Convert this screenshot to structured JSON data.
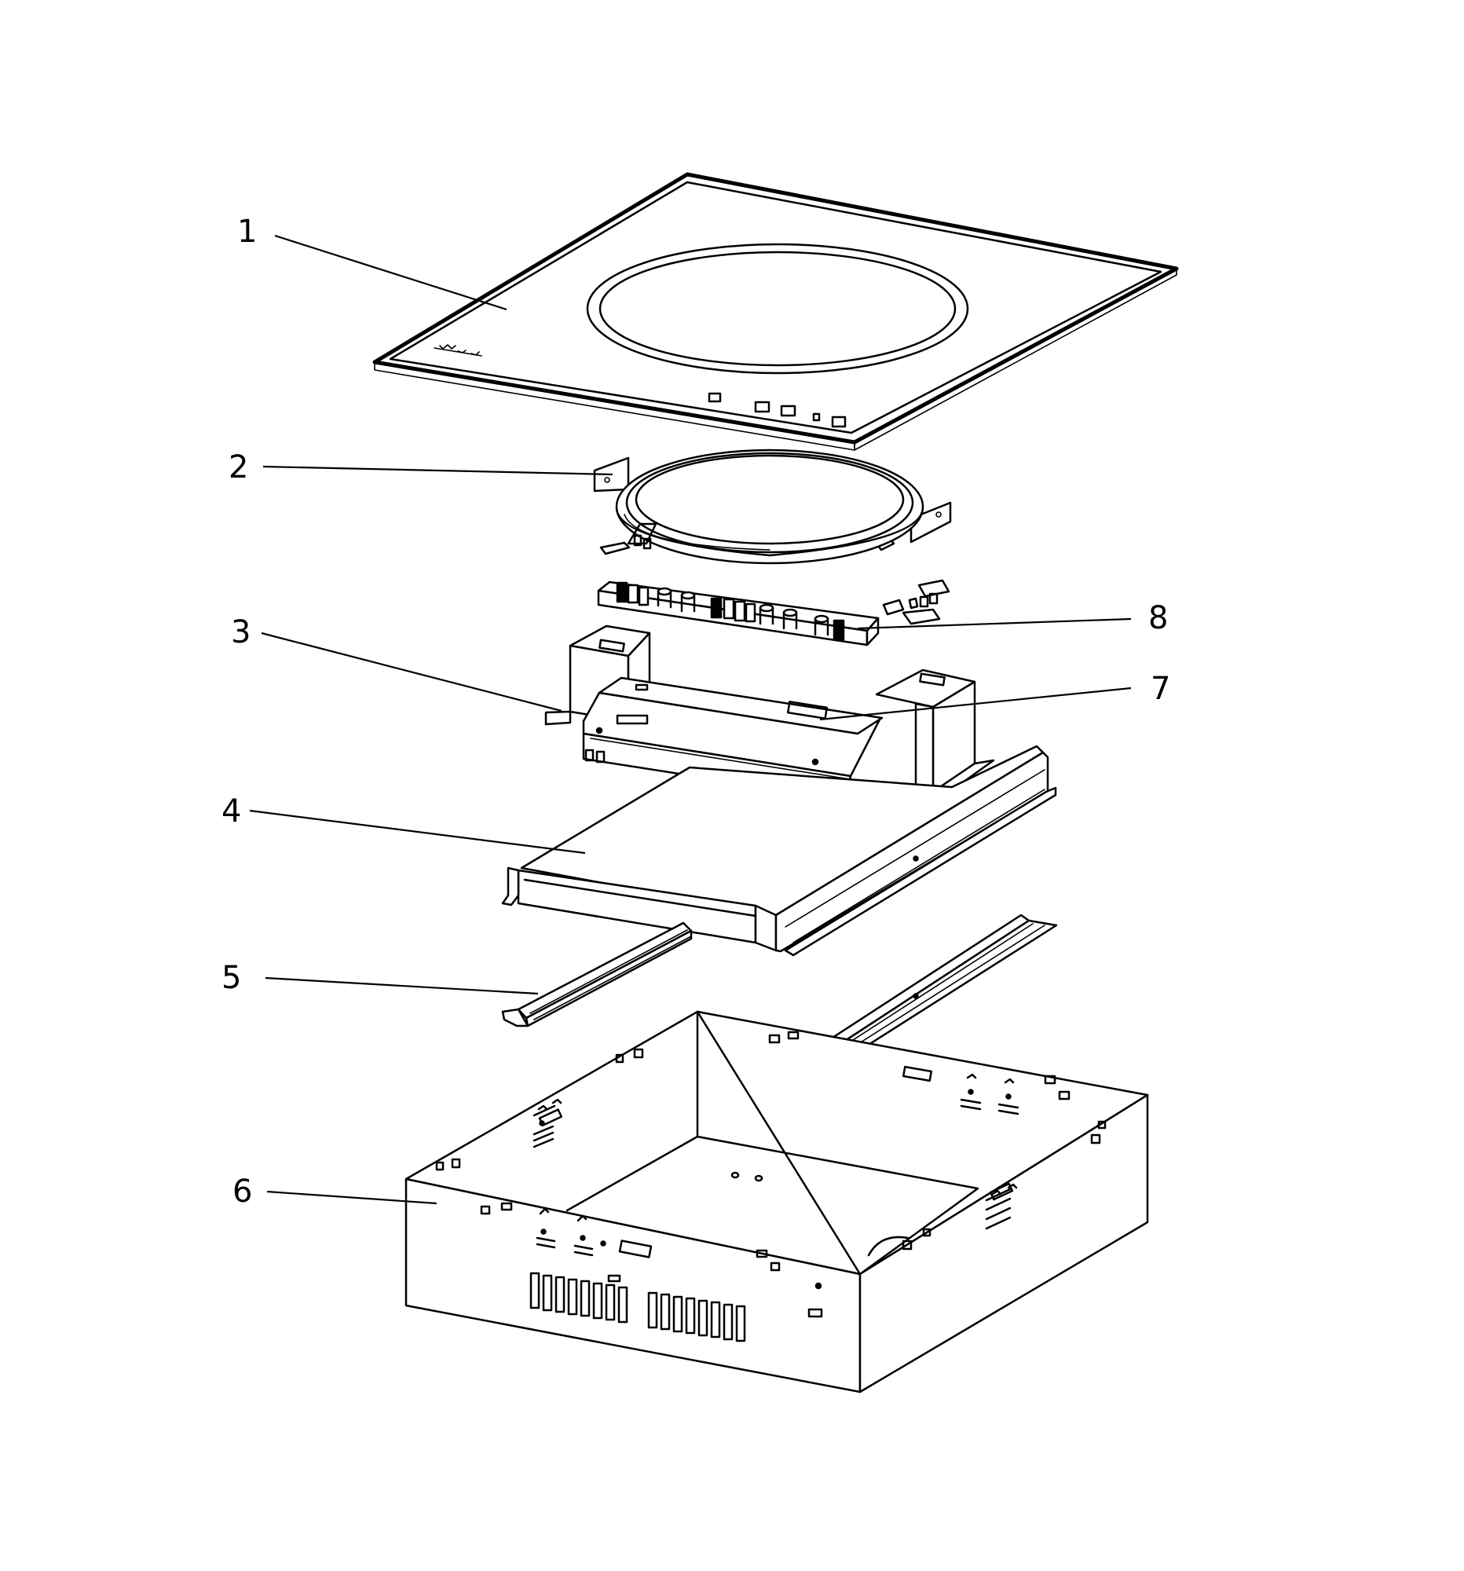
{
  "diagram": {
    "callouts": [
      "1",
      "2",
      "3",
      "4",
      "5",
      "6",
      "7",
      "8"
    ],
    "colors": {
      "line": "#000000",
      "background": "#ffffff"
    }
  }
}
